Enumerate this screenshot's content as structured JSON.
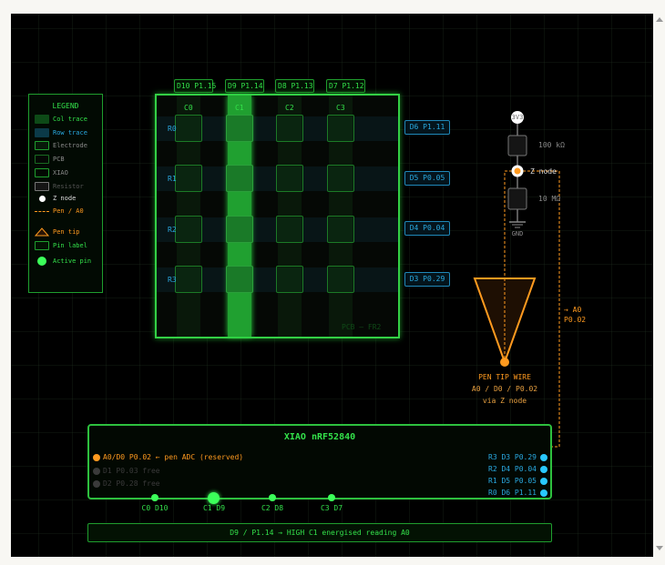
{
  "legend": {
    "title": "LEGEND",
    "items": [
      "Col trace",
      "Row trace",
      "Electrode",
      "PCB",
      "XIAO",
      "Resistor",
      "Z node",
      "Pen / A0",
      "Pen tip",
      "Pin label",
      "Active pin"
    ]
  },
  "pcb": {
    "col_pins": [
      "D10 P1.15",
      "D9 P1.14",
      "D8 P1.13",
      "D7 P1.12"
    ],
    "cols": [
      "C0",
      "C1",
      "C2",
      "C3"
    ],
    "rows": [
      "R0",
      "R1",
      "R2",
      "R3"
    ],
    "row_pins": [
      "D6 P1.11",
      "D5 P0.05",
      "D4 P0.04",
      "D3 P0.29"
    ],
    "label": "PCB — FR2",
    "active_col": 1
  },
  "circuit": {
    "vcc": "3V3",
    "r1": "100 kΩ",
    "znode": "Z node",
    "r2": "10 MΩ",
    "gnd": "GND",
    "a0_arrow": "→ A0",
    "a0_pin": "P0.02"
  },
  "pen": {
    "title": "PEN TIP WIRE",
    "line2": "A0 / D0 / P0.02",
    "line3": "via Z node"
  },
  "xiao": {
    "title": "XIAO nRF52840",
    "left_pins": [
      {
        "label": "A0/D0 P0.02 ← pen ADC (reserved)",
        "color": "#ff9a1f"
      },
      {
        "label": "D1 P0.03 free",
        "color": "#3a3a3a"
      },
      {
        "label": "D2 P0.28 free",
        "color": "#3a3a3a"
      }
    ],
    "right_pins": [
      "R3 D3 P0.29",
      "R2 D4 P0.04",
      "R1 D5 P0.05",
      "R0 D6 P1.11"
    ],
    "bottom_pins": [
      "C0 D10",
      "C1 D9",
      "C2 D8",
      "C3 D7"
    ]
  },
  "status": "D9 / P1.14 → HIGH C1 energised reading A0",
  "colors": {
    "green": "#33e04a",
    "blue": "#29a9e0",
    "orange": "#ff9a1f"
  }
}
